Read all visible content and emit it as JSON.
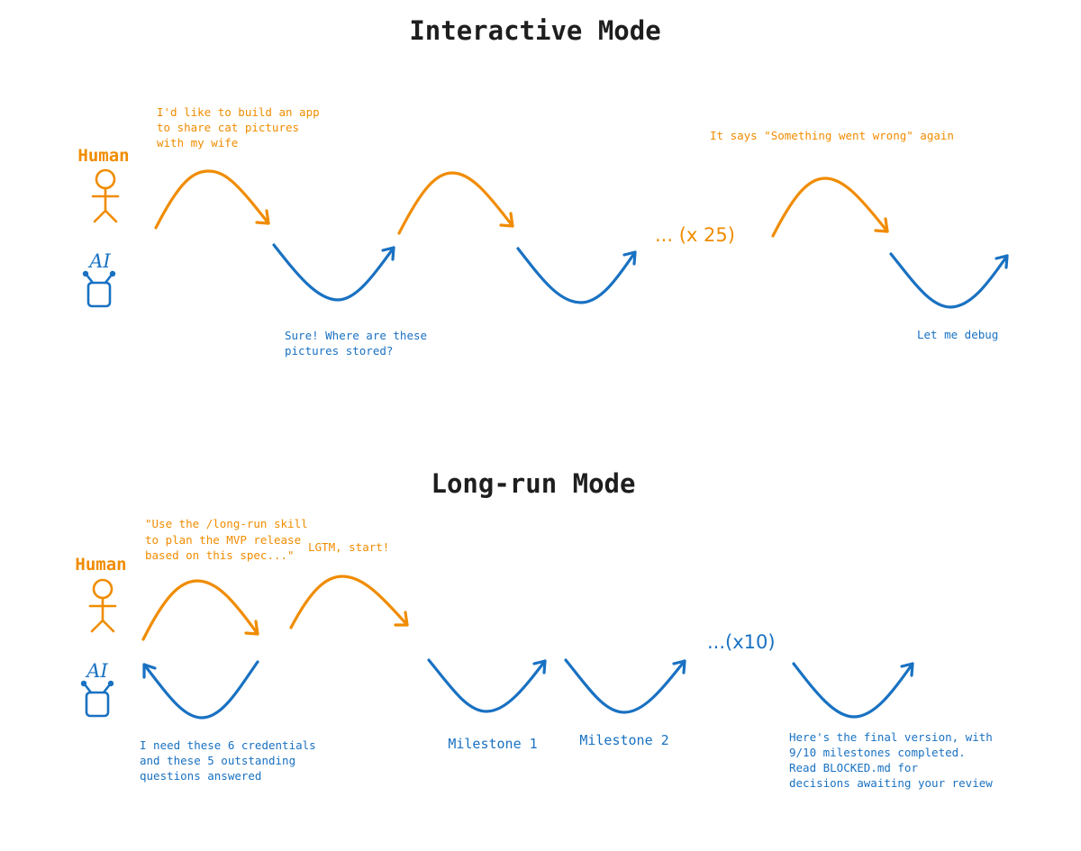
{
  "interactive": {
    "title": "Interactive Mode",
    "human_label": "Human",
    "ai_label": "AI",
    "human_msg1": [
      "I'd like to build an app",
      "to share cat pictures",
      "with my wife"
    ],
    "ai_msg1": [
      "Sure! Where are these",
      "pictures stored?"
    ],
    "repeat": "... (x 25)",
    "human_msg2": "It says \"Something went wrong\" again",
    "ai_msg2": "Let me debug"
  },
  "longrun": {
    "title": "Long-run Mode",
    "human_label": "Human",
    "ai_label": "AI",
    "human_msg1": [
      "\"Use the /long-run skill",
      "to plan the MVP release",
      "based on this spec...\""
    ],
    "human_msg2": "LGTM, start!",
    "ai_msg1": [
      "I need these 6 credentials",
      "and these 5 outstanding",
      "questions answered"
    ],
    "milestone1": "Milestone 1",
    "milestone2": "Milestone 2",
    "repeat": "...(x10)",
    "ai_final": [
      "Here's the final version, with",
      "9/10 milestones completed.",
      "Read BLOCKED.md for",
      "decisions awaiting your review"
    ]
  }
}
